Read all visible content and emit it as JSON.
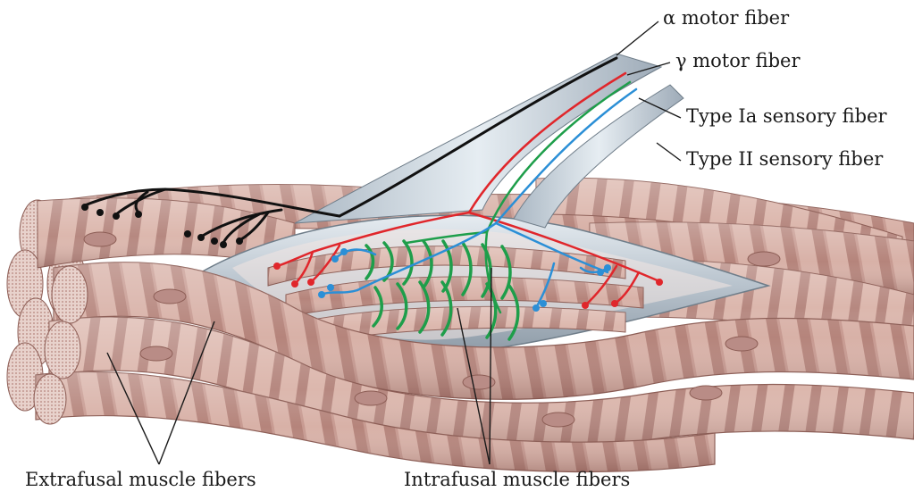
{
  "labels": {
    "alpha_motor": "α motor fiber",
    "gamma_motor": "γ motor fiber",
    "type_ia": "Type Ia sensory fiber",
    "type_ii": "Type II sensory fiber",
    "extrafusal": "Extrafusal muscle fibers",
    "intrafusal": "Intrafusal muscle fibers"
  },
  "colors": {
    "alpha_motor": "#111111",
    "gamma_motor": "#e0262b",
    "type_ia": "#1e9e4a",
    "type_ii": "#2b8fd6",
    "muscle_fiber": "#d3a89e",
    "muscle_stripe": "#b07f76",
    "nucleus": "#b98c86",
    "capsule": "#c7d0d8"
  }
}
